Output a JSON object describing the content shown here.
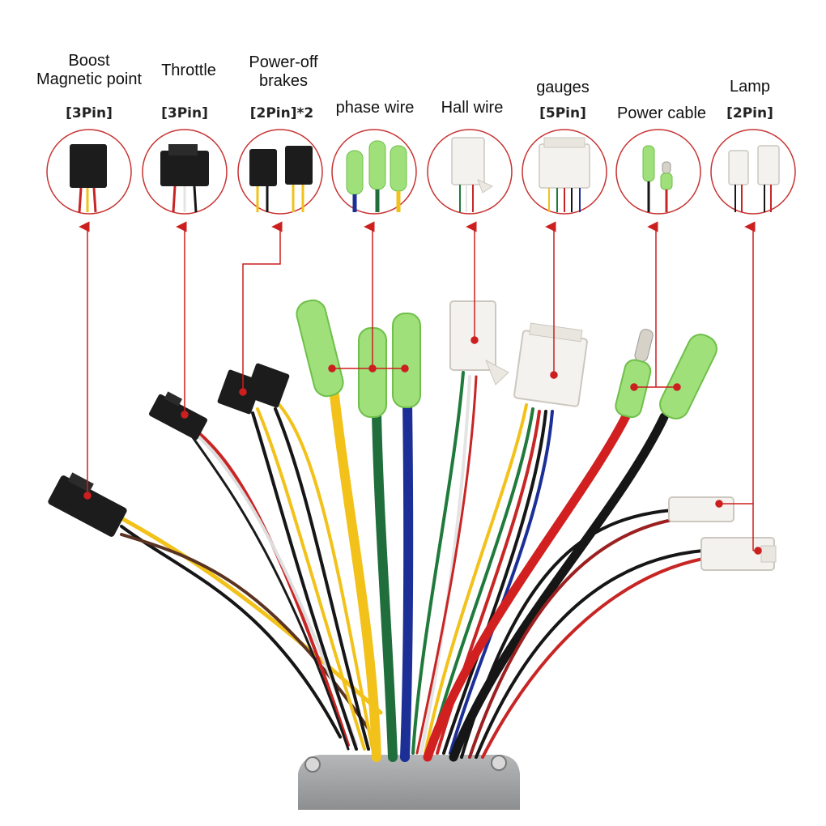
{
  "connectors": [
    {
      "id": "boost",
      "name_line1": "Boost",
      "name_line2": "Magnetic point",
      "pins": "[3Pin]"
    },
    {
      "id": "throttle",
      "name_line1": "Throttle",
      "name_line2": "",
      "pins": "[3Pin]"
    },
    {
      "id": "brakes",
      "name_line1": "Power-off",
      "name_line2": "brakes",
      "pins": "[2Pin]*2"
    },
    {
      "id": "phase",
      "name_line1": "phase wire",
      "name_line2": "",
      "pins": ""
    },
    {
      "id": "hall",
      "name_line1": "Hall wire",
      "name_line2": "",
      "pins": ""
    },
    {
      "id": "gauges",
      "name_line1": "gauges",
      "name_line2": "",
      "pins": "[5Pin]"
    },
    {
      "id": "power",
      "name_line1": "Power cable",
      "name_line2": "",
      "pins": ""
    },
    {
      "id": "lamp",
      "name_line1": "Lamp",
      "name_line2": "",
      "pins": "[2Pin]"
    }
  ],
  "colors": {
    "pointer": "#cc1f1f",
    "circle_border": "#c83232",
    "housing": "#9a9c9e",
    "connector_black": "#1c1c1c",
    "connector_white": "#f4f2ee",
    "connector_green": "#9fe07a",
    "wire_yellow": "#f2c21b",
    "wire_green": "#1f6e3c",
    "wire_blue": "#1b2f96",
    "wire_red": "#d22020",
    "wire_black": "#161616",
    "wire_white": "#e4e4e4",
    "wire_brown": "#5a3322"
  }
}
